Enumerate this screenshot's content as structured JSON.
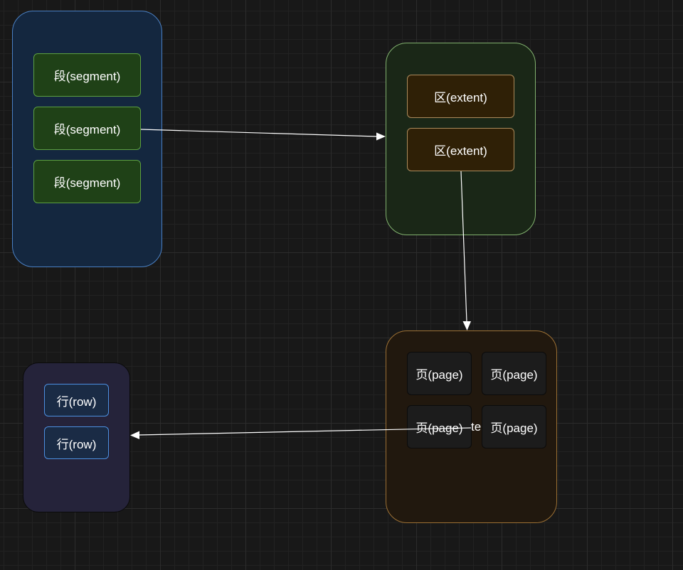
{
  "segments": {
    "items": [
      "段(segment)",
      "段(segment)",
      "段(segment)"
    ]
  },
  "extents": {
    "items": [
      "区(extent)",
      "区(extent)"
    ]
  },
  "pages": {
    "items": [
      "页(page)",
      "页(page)",
      "页(page)",
      "页(page)"
    ]
  },
  "rows": {
    "items": [
      "行(row)",
      "行(row)"
    ]
  },
  "stray_label": "te",
  "colors": {
    "background": "#181818",
    "segment_group": "#14273f",
    "extent_group": "#1a2717",
    "page_group": "#21180e",
    "row_group": "#25233a",
    "arrow": "#ffffff"
  }
}
